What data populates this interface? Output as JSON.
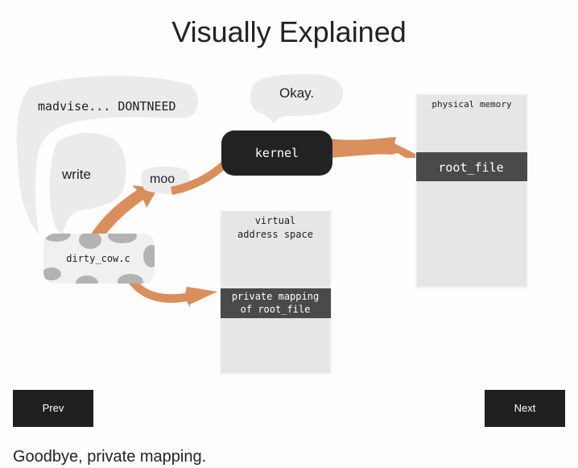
{
  "title": "Visually Explained",
  "diagram": {
    "speech_madvise": "madvise... DONTNEED",
    "speech_write": "write",
    "speech_okay": "Okay.",
    "tag_moo": "moo",
    "process_label": "dirty_cow.c",
    "kernel_label": "kernel",
    "physical_memory": {
      "title": "physical memory",
      "block": "root_file"
    },
    "virtual_space": {
      "title_line1": "virtual",
      "title_line2": "address space",
      "block_line1": "private mapping",
      "block_line2": "of root_file"
    },
    "colors": {
      "arm": "#d98f5c",
      "bubble": "#ebebeb",
      "panel": "#e6e6e6",
      "dark": "#222222",
      "block": "#4a4a4a",
      "cow_spot": "#b3b3b3"
    }
  },
  "nav": {
    "prev_label": "Prev",
    "next_label": "Next"
  },
  "caption": "Goodbye, private mapping."
}
